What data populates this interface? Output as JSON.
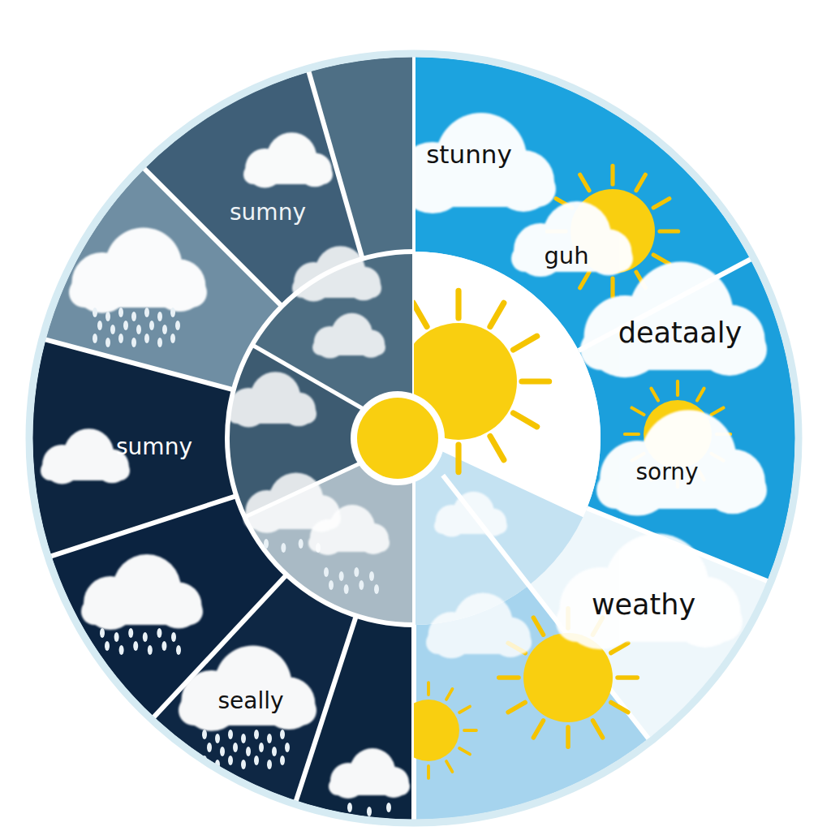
{
  "diagram": {
    "labels": [
      "stunny",
      "sumny",
      "guh",
      "deataaly",
      "sumny",
      "sorny",
      "weathy",
      "seally"
    ]
  }
}
